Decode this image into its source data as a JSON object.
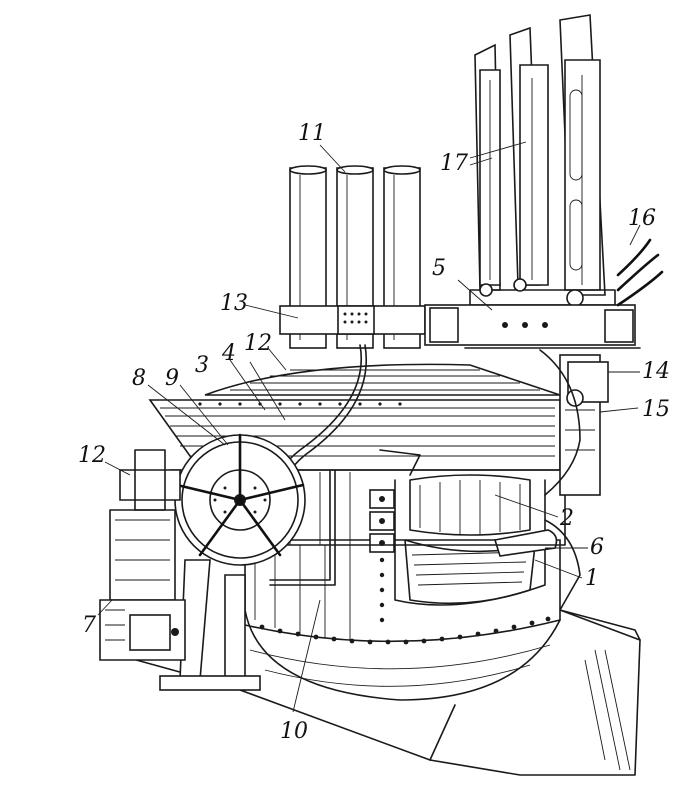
{
  "callouts": [
    {
      "id": "c1",
      "text": "1"
    },
    {
      "id": "c2",
      "text": "2"
    },
    {
      "id": "c3",
      "text": "3"
    },
    {
      "id": "c4",
      "text": "4"
    },
    {
      "id": "c5",
      "text": "5"
    },
    {
      "id": "c6",
      "text": "6"
    },
    {
      "id": "c7",
      "text": "7"
    },
    {
      "id": "c8",
      "text": "8"
    },
    {
      "id": "c9",
      "text": "9"
    },
    {
      "id": "c10",
      "text": "10"
    },
    {
      "id": "c11",
      "text": "11"
    },
    {
      "id": "c12a",
      "text": "12"
    },
    {
      "id": "c12b",
      "text": "12"
    },
    {
      "id": "c13",
      "text": "13"
    },
    {
      "id": "c14",
      "text": "14"
    },
    {
      "id": "c15",
      "text": "15"
    },
    {
      "id": "c16",
      "text": "16"
    },
    {
      "id": "c17",
      "text": "17"
    }
  ]
}
